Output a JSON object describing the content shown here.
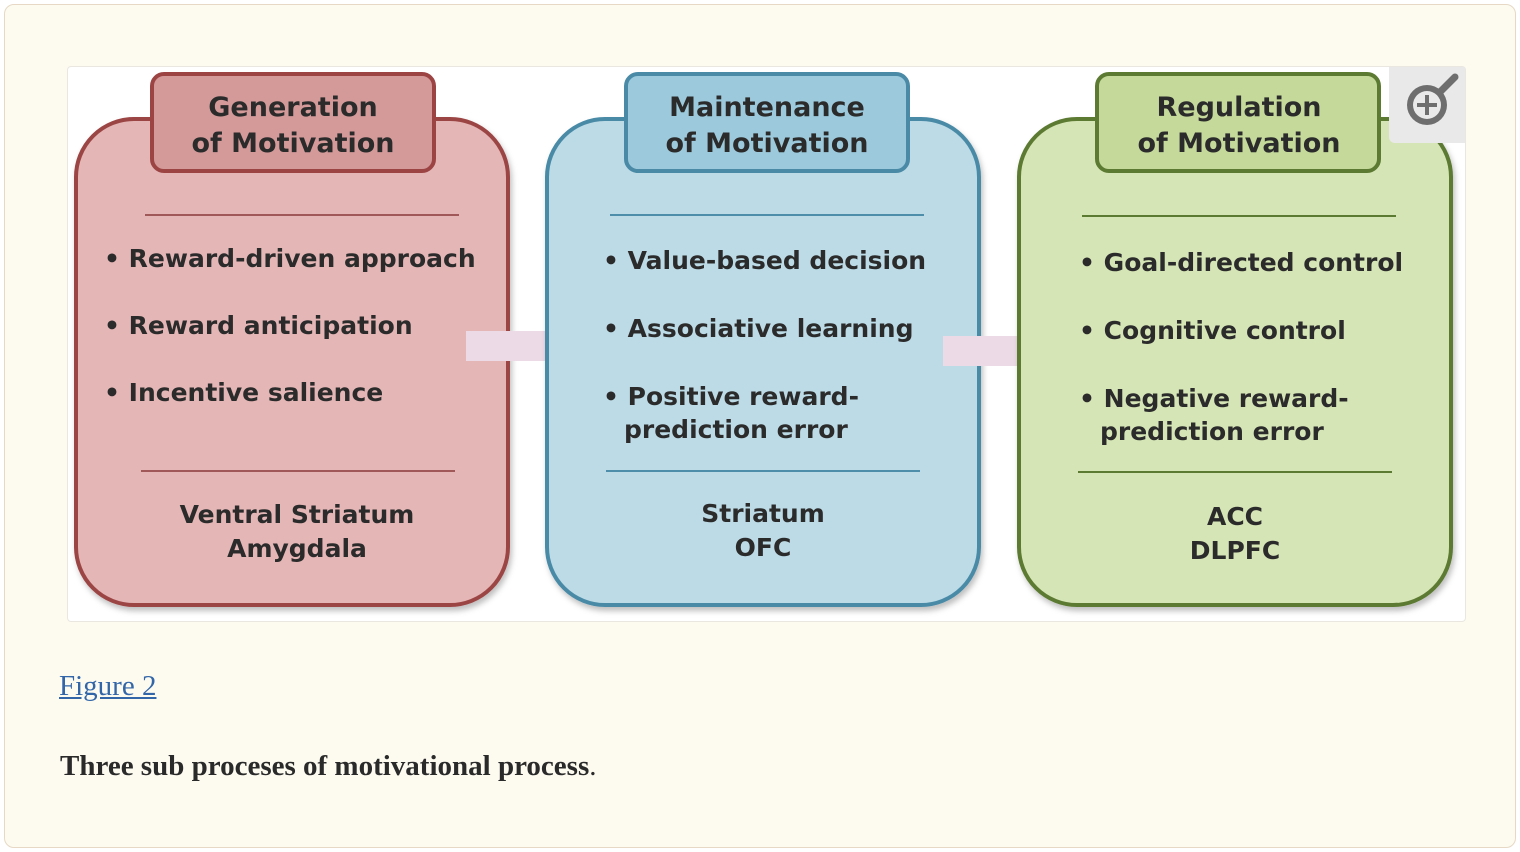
{
  "colors": {
    "generation": {
      "fill": "#e4b6b6",
      "stroke": "#9c4444",
      "tab": "#d49a9a"
    },
    "maintenance": {
      "fill": "#bcdbe6",
      "stroke": "#4a8aa6",
      "tab": "#9ccadc"
    },
    "regulation": {
      "fill": "#d6e5b6",
      "stroke": "#5c7a32",
      "tab": "#c4d99a"
    },
    "arrow": "#ecdbe6"
  },
  "zoom": {
    "icon": "zoom-in-icon"
  },
  "boxes": [
    {
      "title_line1": "Generation",
      "title_line2": "of Motivation",
      "items": [
        {
          "line1": "• Reward-driven approach"
        },
        {
          "line1": "• Reward anticipation"
        },
        {
          "line1": "• Incentive salience"
        }
      ],
      "regions_line1": "Ventral Striatum",
      "regions_line2": "Amygdala"
    },
    {
      "title_line1": "Maintenance",
      "title_line2": "of Motivation",
      "items": [
        {
          "line1": "• Value-based decision"
        },
        {
          "line1": "• Associative learning"
        },
        {
          "line1": "• Positive reward-",
          "line2": "prediction error"
        }
      ],
      "regions_line1": "Striatum",
      "regions_line2": "OFC"
    },
    {
      "title_line1": "Regulation",
      "title_line2": "of Motivation",
      "items": [
        {
          "line1": "• Goal-directed control"
        },
        {
          "line1": "• Cognitive control"
        },
        {
          "line1": "• Negative reward-",
          "line2": "prediction error"
        }
      ],
      "regions_line1": "ACC",
      "regions_line2": "DLPFC"
    }
  ],
  "figure_link": "Figure 2",
  "caption": {
    "bold": "Three sub proceses of motivational process",
    "trail": "."
  }
}
